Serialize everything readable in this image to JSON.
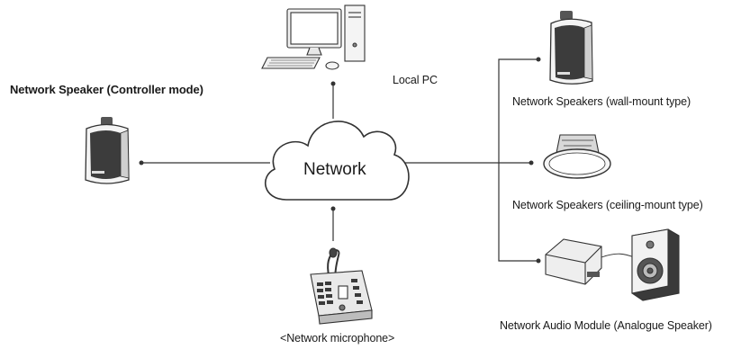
{
  "center": {
    "label": "Network"
  },
  "controller": {
    "label": "Network Speaker (Controller mode)"
  },
  "local_pc": {
    "label": "Local PC"
  },
  "microphone": {
    "label": "<Network microphone>"
  },
  "devices": {
    "wall_mount": {
      "label": "Network Speakers (wall-mount type)"
    },
    "ceiling_mount": {
      "label": "Network Speakers (ceiling-mount type)"
    },
    "audio_module": {
      "label": "Network Audio Module (Analogue Speaker)"
    }
  }
}
